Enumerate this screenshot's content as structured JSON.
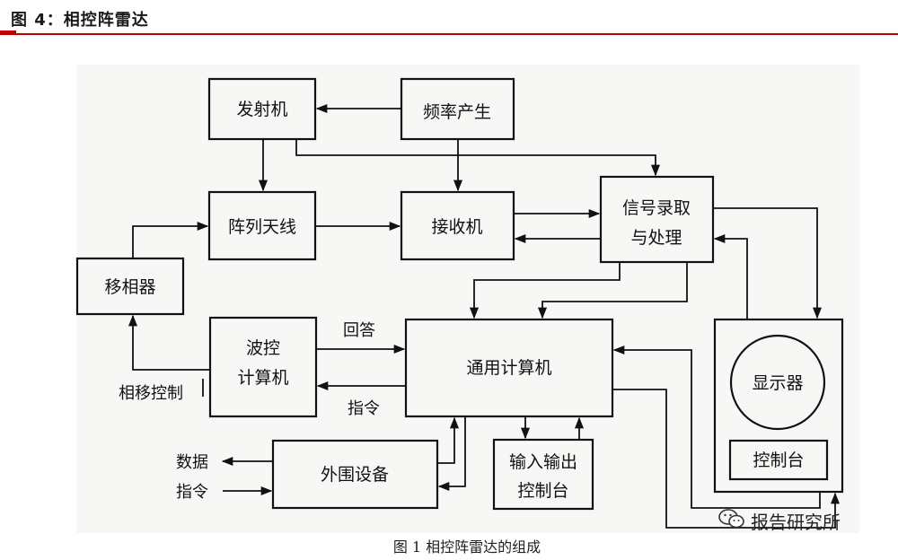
{
  "header": {
    "title": "图 4：相控阵雷达"
  },
  "nodes": {
    "transmitter": "发射机",
    "freq_gen": "频率产生",
    "array_antenna": "阵列天线",
    "receiver": "接收机",
    "signal_proc_line1": "信号录取",
    "signal_proc_line2": "与处理",
    "phase_shifter": "移相器",
    "beam_ctrl_line1": "波控",
    "beam_ctrl_line2": "计算机",
    "general_computer": "通用计算机",
    "display": "显示器",
    "console": "控制台",
    "peripheral": "外围设备",
    "io_console_line1": "输入输出",
    "io_console_line2": "控制台"
  },
  "edge_labels": {
    "reply": "回答",
    "command": "指令",
    "phase_control": "相移控制",
    "data_out": "数据",
    "command_in": "指令"
  },
  "caption": "图 1    相控阵雷达的组成",
  "watermark": {
    "text": "报告研究所",
    "icon": "wechat-icon"
  }
}
